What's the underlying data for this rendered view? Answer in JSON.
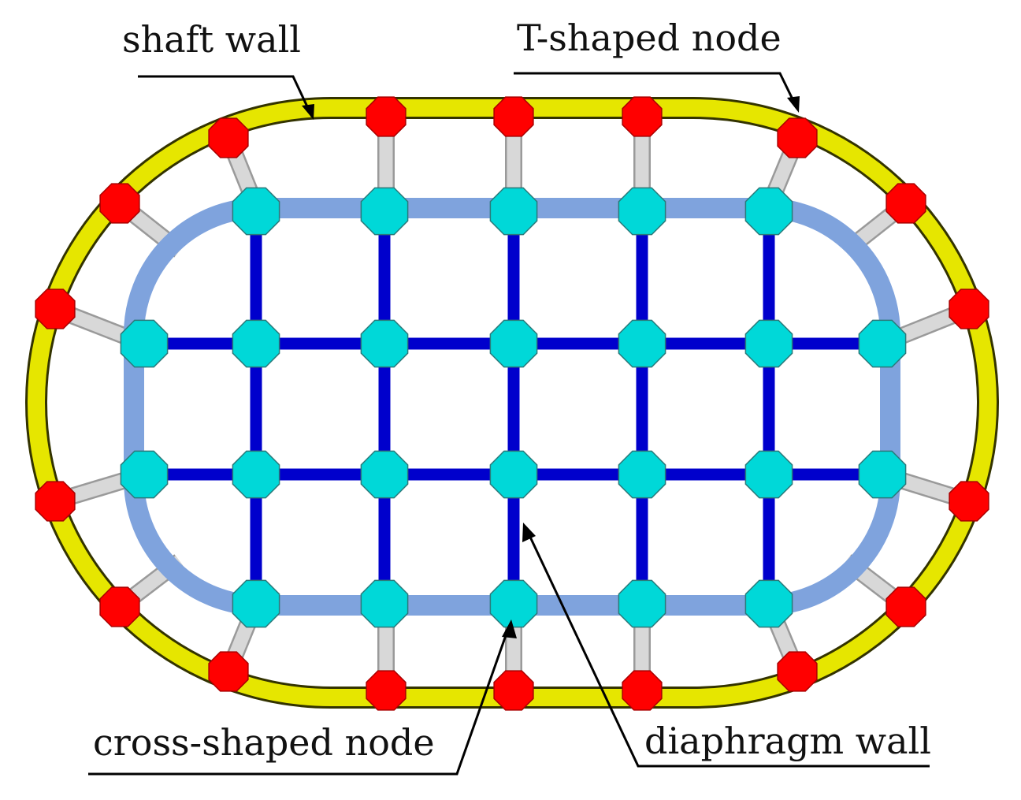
{
  "labels": {
    "shaft_wall": "shaft wall",
    "t_shaped_node": "T-shaped node",
    "cross_shaped_node": "cross-shaped node",
    "diaphragm_wall": "diaphragm wall"
  },
  "colors": {
    "shaft_wall": "#e6e600",
    "t_node": "#ff0000",
    "connector": "#d8d8d8",
    "inner_ring": "#7fa3dd",
    "diaphragm_wall": "#0000cc",
    "cross_node": "#00d8d8",
    "leader_line": "#000000"
  },
  "grid": {
    "columns": 7,
    "rows": 4
  }
}
